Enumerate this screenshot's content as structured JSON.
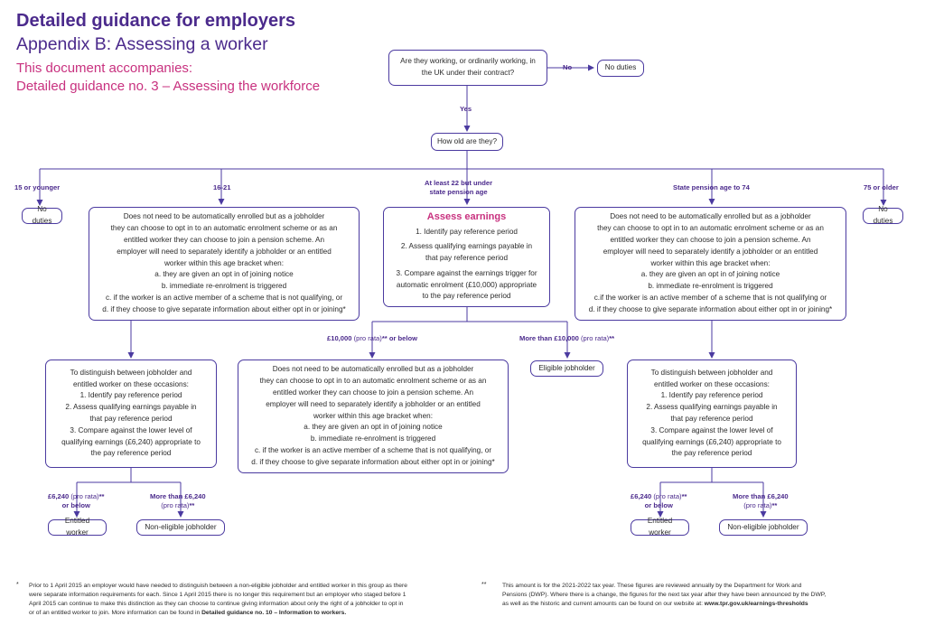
{
  "header": {
    "title": "Detailed guidance for employers",
    "subtitle": "Appendix B: Assessing a worker",
    "accompanies_line1": "This document accompanies:",
    "accompanies_line2": "Detailed guidance no. 3 – Assessing the workforce"
  },
  "nodes": {
    "q_working": {
      "lines": [
        "Are they working, or ordinarily working, in",
        "the UK under their contract?"
      ]
    },
    "no_duties_top": {
      "text": "No duties"
    },
    "q_age": {
      "text": "How old are they?"
    },
    "no_duties_15": {
      "text": "No duties"
    },
    "no_duties_75": {
      "text": "No duties"
    },
    "box_16_21": {
      "lines": [
        "Does not need to be automatically enrolled but as a jobholder",
        "they can choose to opt in to an automatic enrolment scheme or as an",
        "entitled worker they can choose to join a pension scheme. An",
        "employer will need to separately identify a jobholder or an entitled",
        "worker within this age bracket when:",
        "a. they are given an opt in of joining notice",
        "b. immediate re-enrolment is triggered",
        "c. if the worker is an active member of a scheme that is not qualifying, or",
        "d. if they choose to give separate information about either opt in or joining*"
      ]
    },
    "assess": {
      "title": "Assess earnings",
      "lines": [
        "1.   Identify pay reference period",
        "2.   Assess qualifying earnings payable in",
        "that pay reference period",
        "3.   Compare against the earnings trigger for",
        "automatic enrolment (£10,000) appropriate",
        "to the pay reference period"
      ]
    },
    "box_spa_74": {
      "lines": [
        "Does not need to be automatically enrolled but as a jobholder",
        "they can choose to opt in to an automatic enrolment scheme or as an",
        "entitled worker they can choose to join a pension scheme. An",
        "employer will need to separately identify a jobholder or an entitled",
        "worker within this age bracket when:",
        "a. they are given an opt in of joining notice",
        "b. immediate re-enrolment is triggered",
        "c.if the worker is an active member of a scheme that is not qualifying or",
        "d. if they choose to give separate information about either opt in or joining*"
      ]
    },
    "distinguish_left": {
      "lines": [
        "To distinguish between jobholder and",
        "entitled worker on these occasions:",
        "1. Identify pay reference period",
        "2. Assess qualifying earnings payable in",
        "that pay reference period",
        "3. Compare against the lower level of",
        "qualifying earnings (£6,240) appropriate to",
        "the pay reference period"
      ]
    },
    "box_middle": {
      "lines": [
        "Does not need to be automatically enrolled but as a jobholder",
        "they can choose to opt in to an automatic enrolment scheme or as an",
        "entitled worker they can choose to join a pension scheme. An",
        "employer will need to separately identify a jobholder or an entitled",
        "worker within this age bracket when:",
        "a. they are given an opt in of joining notice",
        "b. immediate re-enrolment is triggered",
        "c. if the worker is an active member of a scheme that is not qualifying, or",
        "d. if they choose to give separate information about either opt in or joining*"
      ]
    },
    "eligible": {
      "text": "Eligible jobholder"
    },
    "distinguish_right": {
      "lines": [
        "To distinguish between jobholder and",
        "entitled worker on these occasions:",
        "1. Identify pay reference period",
        "2. Assess qualifying earnings payable in",
        "that pay reference period",
        "3. Compare against the lower level of",
        "qualifying earnings (£6,240) appropriate to",
        "the pay reference period"
      ]
    },
    "entitled_left": {
      "text": "Entitled worker"
    },
    "noneligible_left": {
      "text": "Non-eligible jobholder"
    },
    "entitled_right": {
      "text": "Entitled worker"
    },
    "noneligible_right": {
      "text": "Non-eligible jobholder"
    }
  },
  "labels": {
    "no": "No",
    "yes": "Yes",
    "age_15": "15 or younger",
    "age_16_21": "16-21",
    "age_22_a": "At least 22 but under",
    "age_22_b": "state pension age",
    "age_spa": "State pension age to 74",
    "age_75": "75 or older",
    "under_10k_bold": "£10,000",
    "under_10k_pr": "(pro rata)",
    "under_10k_rest": "** or below",
    "over_10k_bold": "More than £10,000",
    "over_10k_pr": "(pro rata)",
    "over_10k_rest": "**",
    "l_low_bold": "£6,240",
    "l_low_pr": "(pro rata)",
    "l_low_rest": "**",
    "l_low_2": "or below",
    "l_high_1": "More than £6,240",
    "l_high_pr": "(pro rata)",
    "l_high_rest": "**",
    "r_low_bold": "£6,240",
    "r_low_pr": "(pro rata)",
    "r_low_rest": "**",
    "r_low_2": "or below",
    "r_high_1": "More than £6,240",
    "r_high_pr": "(pro rata)",
    "r_high_rest": "**"
  },
  "footnotes": {
    "star": "*",
    "note1_lines": [
      "Prior to 1 April 2015 an employer would have needed to distinguish between a non-eligible jobholder and entitled worker in this group as there",
      "were separate information requirements for each. Since 1 April 2015 there is no longer this requirement but an employer who staged before 1",
      "April 2015 can continue to make this distinction as they can choose to continue giving information about only the right of a jobholder to opt in",
      "or of an entitled worker to join. More information can be found in "
    ],
    "note1_link": "Detailed guidance no. 10 – Information to workers.",
    "double_star": "**",
    "note2_lines": [
      "This amount is for the 2021-2022 tax year. These figures are reviewed annually by the Department for Work and",
      "Pensions (DWP). Where there is a change, the figures for the next tax year after they have been announced by the DWP,",
      "as well as the historic and current amounts can be found on our website at: "
    ],
    "note2_link": "www.tpr.gov.uk/earnings-thresholds"
  },
  "colors": {
    "purple": "#4b2a8c",
    "magenta": "#c8317f",
    "line": "#4b3aa0"
  }
}
